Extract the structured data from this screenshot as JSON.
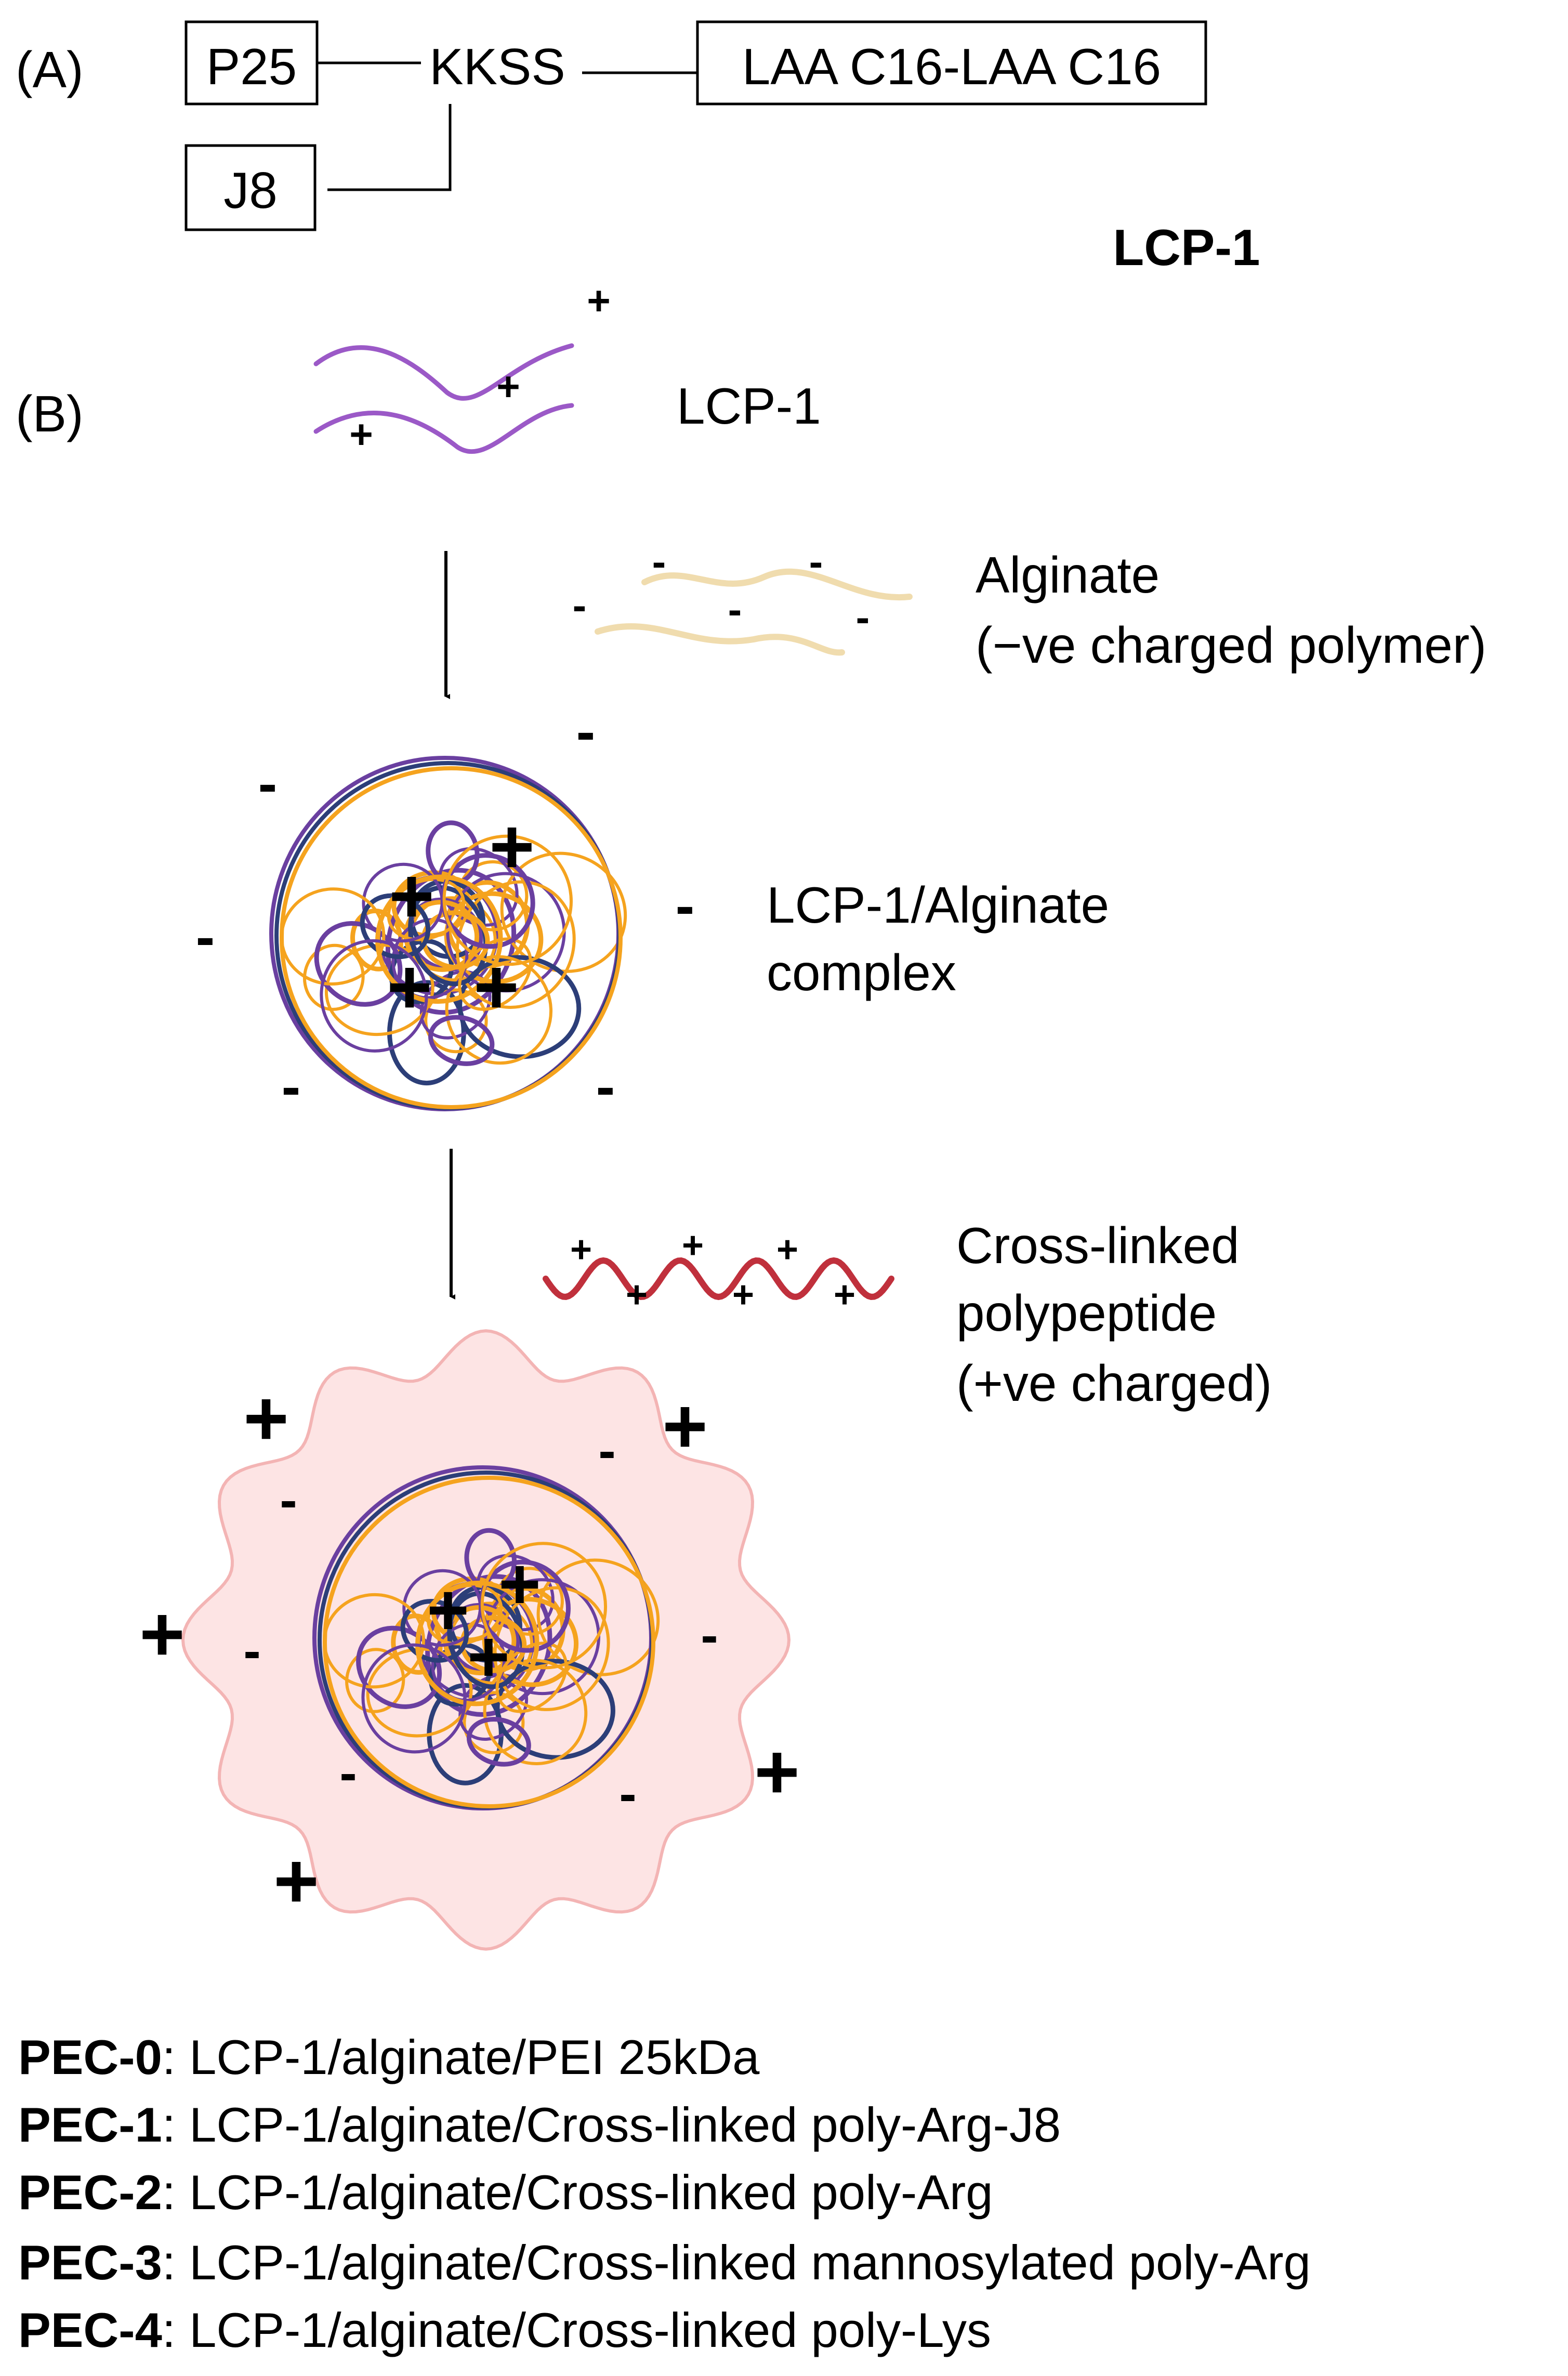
{
  "panel_a": {
    "label": "(A)",
    "boxes": {
      "p25": "P25",
      "kkss": "KKSS",
      "lipid": "LAA C16-LAA C16",
      "j8": "J8"
    },
    "caption": "LCP-1"
  },
  "panel_b": {
    "label": "(B)",
    "lcp1_label": "LCP-1",
    "alginate_label_1": "Alginate",
    "alginate_label_2": "(−ve charged polymer)",
    "complex_label_1": "LCP-1/Alginate",
    "complex_label_2": "complex",
    "crosslinked_label_1": "Cross-linked",
    "crosslinked_label_2": "polypeptide",
    "crosslinked_label_3": "(+ve charged)",
    "plus_sign": "+",
    "minus_sign": "-"
  },
  "legend": [
    {
      "code": "PEC-0",
      "desc": ": LCP-1/alginate/PEI 25kDa"
    },
    {
      "code": "PEC-1",
      "desc": ": LCP-1/alginate/Cross-linked poly-Arg-J8"
    },
    {
      "code": "PEC-2",
      "desc": ": LCP-1/alginate/Cross-linked poly-Arg"
    },
    {
      "code": "PEC-3",
      "desc": ": LCP-1/alginate/Cross-linked mannosylated poly-Arg"
    },
    {
      "code": "PEC-4",
      "desc": ": LCP-1/alginate/Cross-linked poly-Lys"
    }
  ],
  "colors": {
    "lcp_strand": "#9b59c7",
    "alginate_strand": "#f0dcae",
    "polypeptide_strand": "#c0303c",
    "core_orange": "#f5a31e",
    "core_purple": "#6a3fa0",
    "core_navy": "#2c3e78",
    "shell_fill": "#fde4e4",
    "shell_stroke": "#f3b4b4"
  }
}
